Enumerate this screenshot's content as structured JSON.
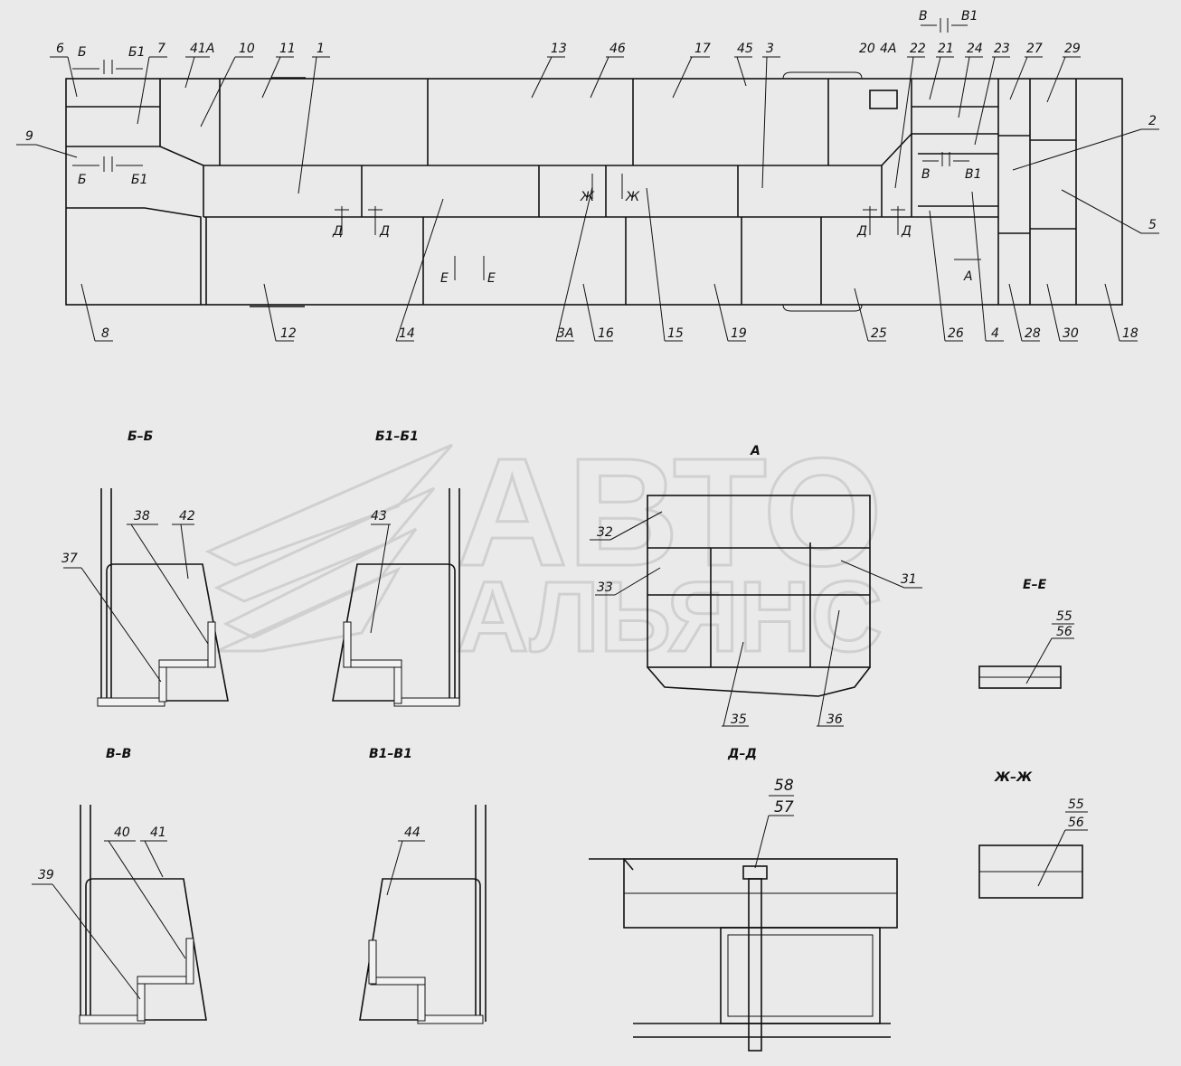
{
  "main_plan": {
    "top_labels": [
      "6",
      "Б",
      "Б1",
      "7",
      "41А",
      "10",
      "11",
      "1",
      "13",
      "46",
      "17",
      "45",
      "3",
      "20",
      "4А",
      "22",
      "21",
      "24",
      "23",
      "27",
      "29",
      "В",
      "В1"
    ],
    "side_labels": [
      "9",
      "2",
      "5"
    ],
    "inner_labels": [
      "Б",
      "Б1",
      "Д",
      "Д",
      "Е",
      "Е",
      "Ж",
      "Ж",
      "Д",
      "Д",
      "В",
      "В1",
      "А"
    ],
    "bottom_labels": [
      "8",
      "12",
      "14",
      "3А",
      "16",
      "15",
      "19",
      "25",
      "26",
      "4",
      "28",
      "30",
      "18"
    ]
  },
  "sections": {
    "bb": {
      "title": "Б–Б",
      "parts": [
        "38",
        "42",
        "37"
      ]
    },
    "bb1": {
      "title": "Б1–Б1",
      "parts": [
        "43"
      ]
    },
    "view_a": {
      "title": "А",
      "parts": [
        "32",
        "33",
        "31",
        "35",
        "36"
      ]
    },
    "ee": {
      "title": "Е–Е",
      "parts": [
        "55",
        "56"
      ]
    },
    "vv": {
      "title": "В–В",
      "parts": [
        "40",
        "41",
        "39"
      ]
    },
    "vv1": {
      "title": "В1–В1",
      "parts": [
        "44"
      ]
    },
    "dd": {
      "title": "Д–Д",
      "parts": [
        "58",
        "57"
      ]
    },
    "zhzh": {
      "title": "Ж–Ж",
      "parts": [
        "55",
        "56"
      ]
    }
  },
  "watermark": {
    "line1": "АВТО",
    "line2": "АЛЬЯНС"
  }
}
